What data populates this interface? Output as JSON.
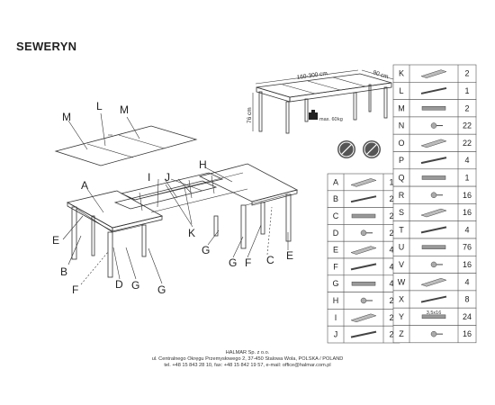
{
  "title": "SEWERYN",
  "dimensions": {
    "length": "160-300 cm",
    "depth": "90 cm",
    "height": "76 cm",
    "max_load": "max. 60",
    "load_unit": "kg"
  },
  "labels": {
    "A": "A",
    "B": "B",
    "C": "C",
    "D": "D",
    "E": "E",
    "F": "F",
    "G": "G",
    "H": "H",
    "I": "I",
    "J": "J",
    "K": "K",
    "L": "L",
    "M": "M"
  },
  "parts_left": [
    {
      "letter": "A",
      "qty": "1"
    },
    {
      "letter": "B",
      "qty": "2"
    },
    {
      "letter": "C",
      "qty": "2"
    },
    {
      "letter": "D",
      "qty": "2"
    },
    {
      "letter": "E",
      "qty": "4"
    },
    {
      "letter": "F",
      "qty": "4"
    },
    {
      "letter": "G",
      "qty": "4"
    },
    {
      "letter": "H",
      "qty": "2"
    },
    {
      "letter": "I",
      "qty": "2"
    },
    {
      "letter": "J",
      "qty": "2"
    }
  ],
  "parts_right": [
    {
      "letter": "K",
      "qty": "2"
    },
    {
      "letter": "L",
      "qty": "1"
    },
    {
      "letter": "M",
      "qty": "2"
    },
    {
      "letter": "N",
      "qty": "22"
    },
    {
      "letter": "O",
      "qty": "22"
    },
    {
      "letter": "P",
      "qty": "4"
    },
    {
      "letter": "Q",
      "qty": "1"
    },
    {
      "letter": "R",
      "qty": "16"
    },
    {
      "letter": "S",
      "qty": "16"
    },
    {
      "letter": "T",
      "qty": "4"
    },
    {
      "letter": "U",
      "qty": "76"
    },
    {
      "letter": "V",
      "qty": "16"
    },
    {
      "letter": "W",
      "qty": "4"
    },
    {
      "letter": "X",
      "qty": "8"
    },
    {
      "letter": "Y",
      "qty": "24"
    },
    {
      "letter": "Z",
      "qty": "16"
    }
  ],
  "screw_label": "3,5x16",
  "footer": {
    "line1": "HALMAR Sp. z o.o.",
    "line2": "ul. Centralnego Okręgu Przemysłowego 2, 37-450 Stalowa Wola, POLSKA / POLAND",
    "line3": "tel. +48 15 843 28 10, fax: +48 15 842 19 57, e-mail: office@halmar.com.pl"
  }
}
